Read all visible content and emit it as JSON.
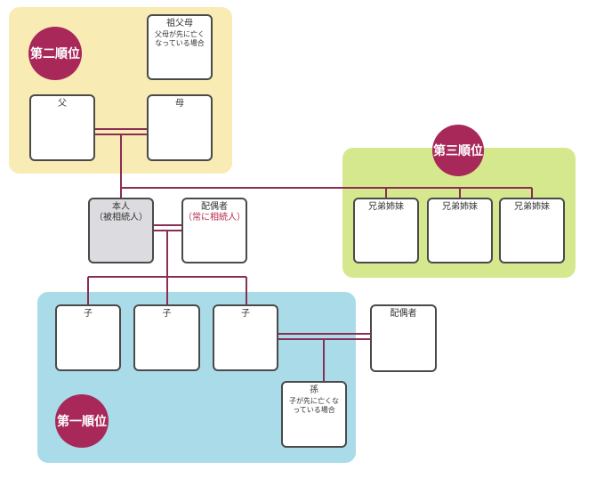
{
  "colors": {
    "panel_second": "#f8ebb3",
    "panel_third": "#d6e88e",
    "panel_first": "#a9dbe9",
    "badge": "#a8285a",
    "line": "#8a2e55",
    "self_box": "#dcdce0",
    "emphasis_text": "#b5294e"
  },
  "ranks": {
    "second": "第二順位",
    "third": "第三順位",
    "first": "第一順位"
  },
  "boxes": {
    "grandparents": {
      "label": "祖父母",
      "note": "父母が先に亡くなっている場合"
    },
    "father": {
      "label": "父"
    },
    "mother": {
      "label": "母"
    },
    "self": {
      "label": "本人",
      "sub": "（被相続人）"
    },
    "spouse": {
      "label": "配偶者",
      "sub": "（常に相続人）"
    },
    "siblings": [
      "兄弟姉妹",
      "兄弟姉妹",
      "兄弟姉妹"
    ],
    "children": [
      "子",
      "子",
      "子"
    ],
    "child_spouse": {
      "label": "配偶者"
    },
    "grandchild": {
      "label": "孫",
      "note": "子が先に亡くなっている場合"
    }
  }
}
